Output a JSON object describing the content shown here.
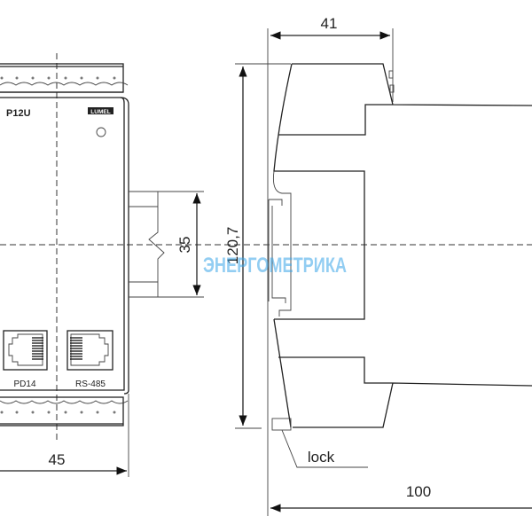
{
  "front_view": {
    "model_label": "P12U",
    "brand_logo": "LUMEL",
    "port_left_label": "PD14",
    "port_right_label": "RS-485",
    "width_dimension": "45",
    "rail_dimension": "35"
  },
  "side_view": {
    "height_dimension": "120,7",
    "front_depth_dimension": "41",
    "total_depth_dimension": "100",
    "lock_label": "lock"
  },
  "watermark": "ЭНЕРГОМЕТРИКА"
}
